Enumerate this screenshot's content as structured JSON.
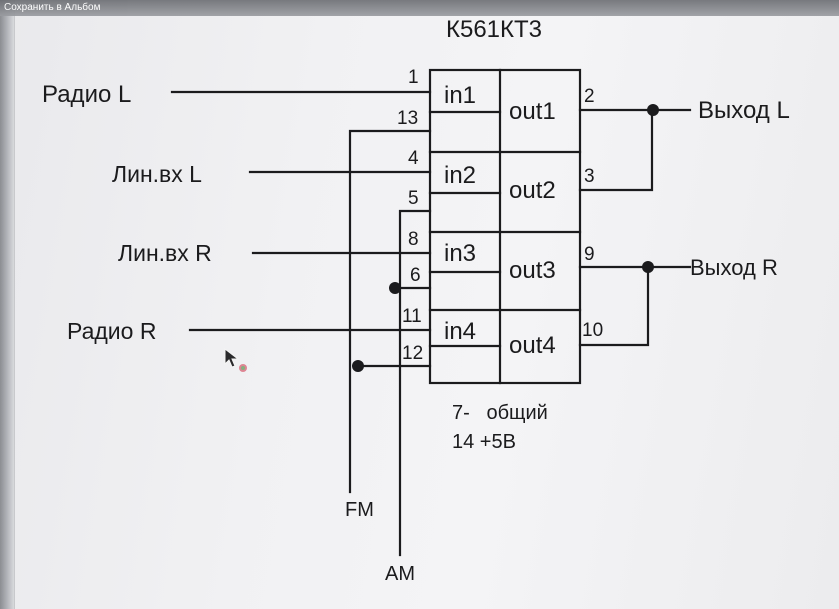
{
  "toolbar": {
    "save_to_album": "Сохранить в Альбом"
  },
  "diagram": {
    "title": "К561КТ3",
    "inputs": {
      "radio_l": "Радио L",
      "line_in_l": "Лин.вх L",
      "line_in_r": "Лин.вх R",
      "radio_r": "Радио R"
    },
    "outputs": {
      "out_l": "Выход L",
      "out_r": "Выход R"
    },
    "control": {
      "fm": "FM",
      "am": "AM"
    },
    "chip_cells": {
      "in1": "in1",
      "in2": "in2",
      "in3": "in3",
      "in4": "in4",
      "out1": "out1",
      "out2": "out2",
      "out3": "out3",
      "out4": "out4"
    },
    "pins": {
      "p1": "1",
      "p13": "13",
      "p4": "4",
      "p5": "5",
      "p8": "8",
      "p6": "6",
      "p11": "11",
      "p12": "12",
      "p2": "2",
      "p3": "3",
      "p9": "9",
      "p10": "10"
    },
    "notes": {
      "line1": "7-   общий",
      "line2": "14 +5В"
    }
  },
  "colors": {
    "ink": "#1b1b1d",
    "screen": "#efeff1"
  }
}
